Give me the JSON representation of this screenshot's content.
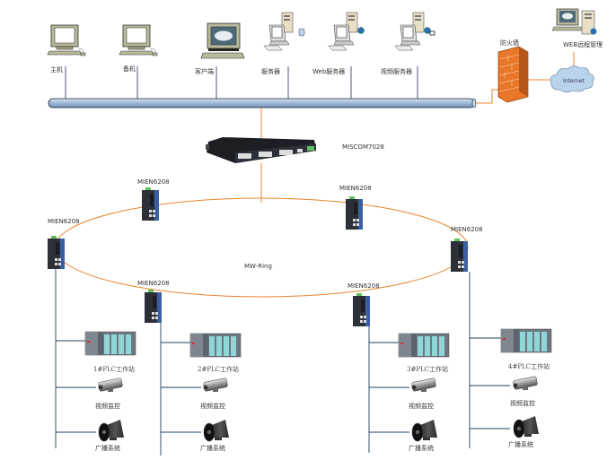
{
  "top_devices": [
    {
      "id": "host",
      "label": "主机",
      "icon": "computer-icon"
    },
    {
      "id": "standby",
      "label": "备机",
      "icon": "computer-icon"
    },
    {
      "id": "client",
      "label": "客户端",
      "icon": "client-computer-icon"
    },
    {
      "id": "server",
      "label": "服务器",
      "icon": "server-workstation-icon"
    },
    {
      "id": "web-server",
      "label": "Web服务器",
      "icon": "web-server-icon"
    },
    {
      "id": "video-server",
      "label": "视频服务器",
      "icon": "video-server-icon"
    }
  ],
  "firewall": {
    "label": "防火墙",
    "icon": "firewall-icon"
  },
  "internet": {
    "label": "Internet",
    "icon": "cloud-icon"
  },
  "web_remote": {
    "label": "WEB远程管理",
    "icon": "remote-management-computer-icon"
  },
  "core_switch": {
    "label": "MISCOM7028",
    "icon": "rack-switch-icon"
  },
  "ring": {
    "label": "MW-Ring"
  },
  "ring_switches": [
    {
      "label": "MIEN6208"
    },
    {
      "label": "MIEN6208"
    },
    {
      "label": "MIEN6208"
    },
    {
      "label": "MIEN6208"
    },
    {
      "label": "MIEN6208"
    },
    {
      "label": "MIEN6208"
    }
  ],
  "stations": [
    {
      "plc": "1#PLC工作站",
      "camera": "视频监控",
      "speaker": "广播系统"
    },
    {
      "plc": "2#PLC工作站",
      "camera": "视频监控",
      "speaker": "广播系统"
    },
    {
      "plc": "3#PLC工作站",
      "camera": "视频监控",
      "speaker": "广播系统"
    },
    {
      "plc": "4#PLC工作站",
      "camera": "视频监控",
      "speaker": "广播系统"
    }
  ],
  "colors": {
    "bus_fill": "#9db8d6",
    "bus_stroke": "#1a2a3a",
    "fiber": "#e8842c",
    "drop_line": "#1f3f5f",
    "bus_drop": "#2a2a5a",
    "firewall": "#e8772a",
    "cloud": "#b9d3ea"
  }
}
